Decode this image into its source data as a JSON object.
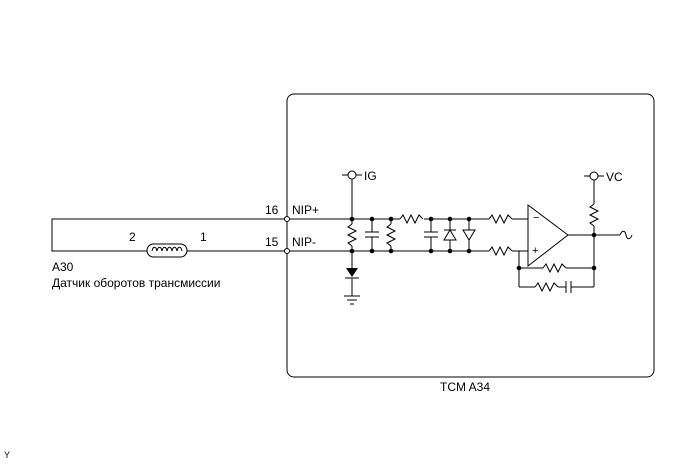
{
  "sensor": {
    "connector": "A30",
    "name": "Датчик оборотов трансмиссии",
    "pin_2": "2",
    "pin_1": "1"
  },
  "module": {
    "name": "TCM A34",
    "pin_16": "16",
    "pin_16_signal": "NIP+",
    "pin_15": "15",
    "pin_15_signal": "NIP-",
    "supply_ig": "IG",
    "supply_vc": "VC"
  },
  "corner_mark": "Y"
}
